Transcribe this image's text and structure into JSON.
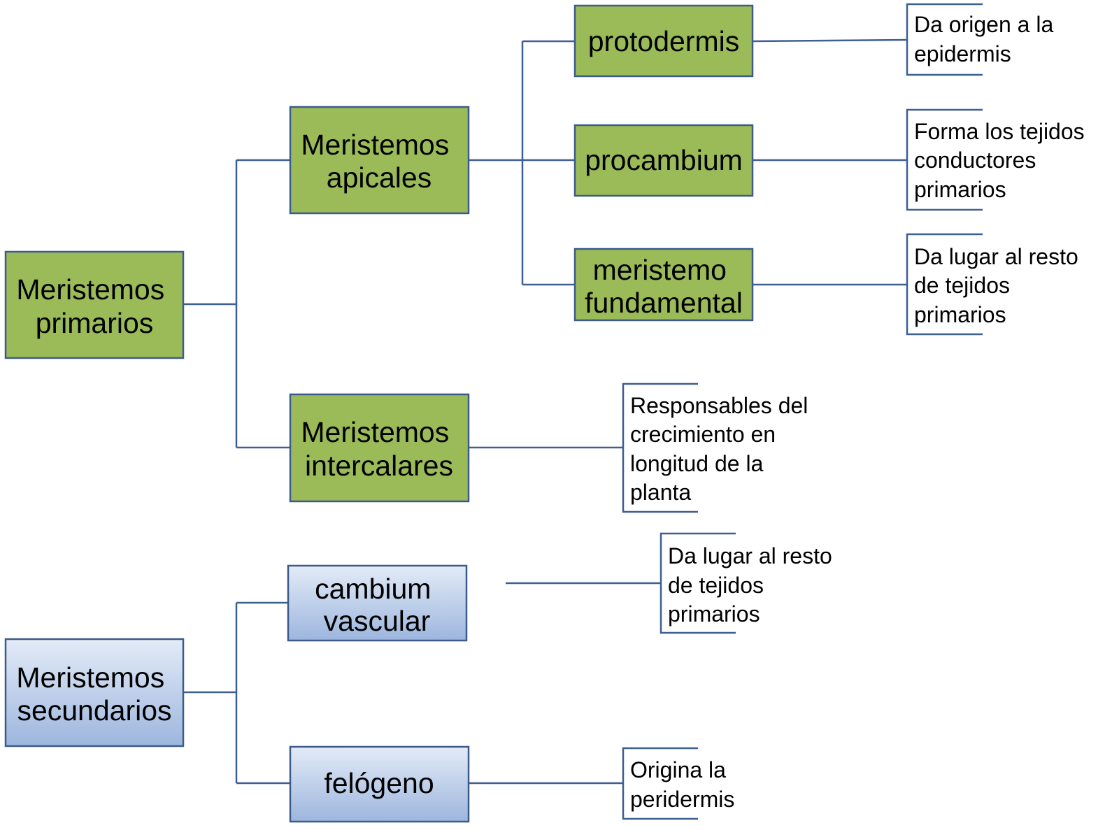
{
  "colors": {
    "primary_fill": "#9bbb59",
    "border": "#3c5a8a",
    "connector": "#3e5f91",
    "secondary_fill_top": "#e3ebf7",
    "secondary_fill_bottom": "#9db6de"
  },
  "nodes": {
    "meristemos_primarios": {
      "lines": [
        "Meristemos",
        "primarios"
      ]
    },
    "meristemos_apicales": {
      "lines": [
        "Meristemos",
        "apicales"
      ]
    },
    "meristemos_intercalares": {
      "lines": [
        "Meristemos",
        "intercalares"
      ]
    },
    "protodermis": {
      "lines": [
        "protodermis"
      ]
    },
    "procambium": {
      "lines": [
        "procambium"
      ]
    },
    "meristemo_fundamental": {
      "lines": [
        "meristemo",
        "fundamental"
      ]
    },
    "meristemos_secundarios": {
      "lines": [
        "Meristemos",
        "secundarios"
      ]
    },
    "cambium_vascular": {
      "lines": [
        "cambium",
        "vascular"
      ]
    },
    "felogeno": {
      "lines": [
        "felógeno"
      ]
    }
  },
  "notes": {
    "protodermis": {
      "lines": [
        "Da origen a la",
        "epidermis"
      ]
    },
    "procambium": {
      "lines": [
        "Forma los tejidos",
        "conductores",
        "primarios"
      ]
    },
    "meristemo_fundamental": {
      "lines": [
        "Da lugar al resto",
        "de tejidos",
        "primarios"
      ]
    },
    "intercalares": {
      "lines": [
        "Responsables del",
        "crecimiento en",
        "longitud de la",
        "planta"
      ]
    },
    "cambium_vascular": {
      "lines": [
        "Da lugar al resto",
        "de tejidos",
        "primarios"
      ]
    },
    "felogeno": {
      "lines": [
        "Origina la",
        "peridermis"
      ]
    }
  }
}
